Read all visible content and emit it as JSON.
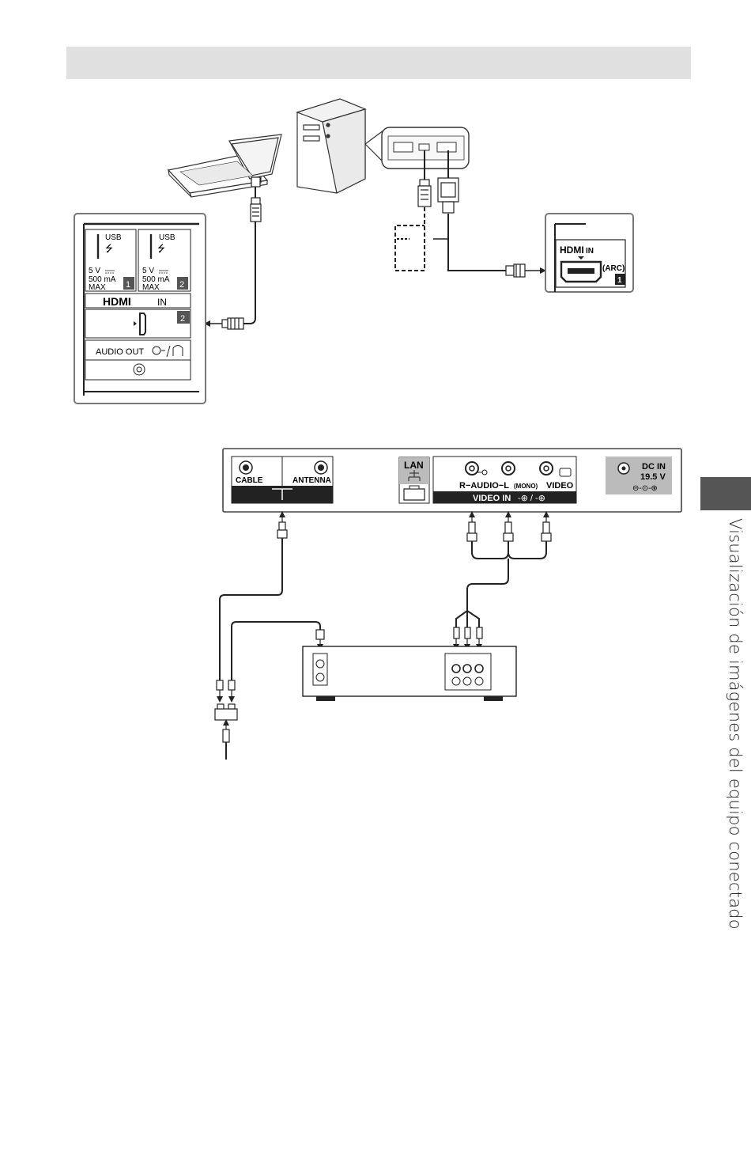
{
  "side_label": "Visualización de imágenes del equipo conectado",
  "side_panel": {
    "usb1": {
      "label": "USB",
      "power": "5 V",
      "current": "500 mA",
      "max": "MAX",
      "number": "1"
    },
    "usb2": {
      "label": "USB",
      "power": "5 V",
      "current": "500 mA",
      "max": "MAX",
      "number": "2"
    },
    "hdmi": {
      "logo": "HDMI",
      "in": "IN",
      "number": "2"
    },
    "audio_out": "AUDIO OUT"
  },
  "hdmi1_panel": {
    "logo": "HDMI",
    "in": "IN",
    "arc": "(ARC)",
    "number": "1"
  },
  "rear_panel": {
    "cable": "CABLE",
    "antenna": "ANTENNA",
    "lan": "LAN",
    "audio_row": "R−AUDIO−L",
    "mono": "(MONO)",
    "video": "VIDEO",
    "video_in": "VIDEO IN",
    "dc_in": "DC IN",
    "voltage": "19.5 V"
  }
}
